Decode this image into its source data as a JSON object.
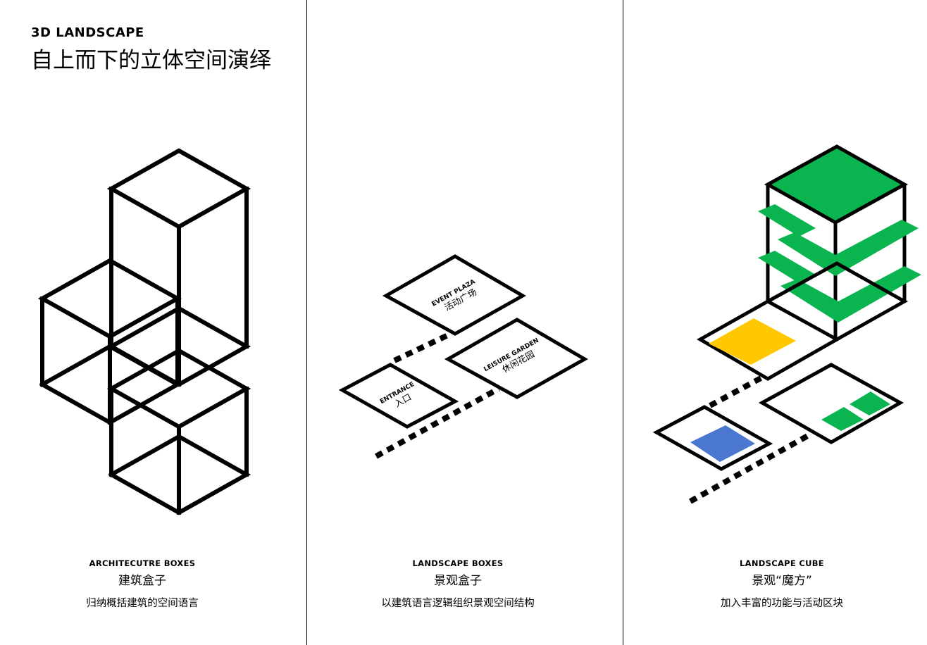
{
  "header": {
    "title_en": "3D LANDSCAPE",
    "title_cn": "自上而下的立体空间演绎"
  },
  "panels": [
    {
      "title_en": "ARCHITECUTRE BOXES",
      "title_cn": "建筑盒子",
      "desc": "归纳概括建筑的空间语言"
    },
    {
      "title_en": "LANDSCAPE BOXES",
      "title_cn": "景观盒子",
      "desc": "以建筑语言逻辑组织景观空间结构",
      "zones": [
        {
          "en": "EVENT PLAZA",
          "cn": "活动广场"
        },
        {
          "en": "LEISURE GARDEN",
          "cn": "休闲花园"
        },
        {
          "en": "ENTRANCE",
          "cn": "入口"
        }
      ]
    },
    {
      "title_en": "LANDSCAPE CUBE",
      "title_cn": "景观“魔方”",
      "desc": "加入丰富的功能与活动区块"
    }
  ],
  "colors": {
    "green": "#0ab44f",
    "yellow": "#ffc800",
    "blue": "#4a78d0",
    "line": "#000000"
  }
}
